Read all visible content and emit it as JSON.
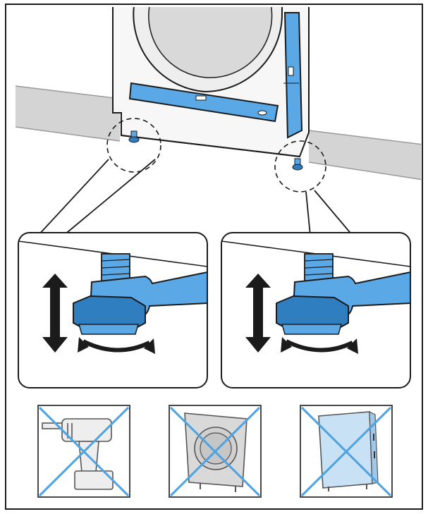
{
  "figure": {
    "kind": "installation-diagram",
    "caption": "",
    "colors": {
      "outline": "#1b1b1b",
      "floor": "#d4d4d4",
      "floor_edge": "#9a9a9a",
      "machine": "#f7f7f7",
      "door_glass": "#d9d9d9",
      "tool_blue": "#5aa9e6",
      "tool_blue_dark": "#2f7fc0",
      "cross_blue": "#4ea3e0",
      "panel_bg": "#ffffff",
      "light_fill": "#c8e1f4"
    },
    "icons": {
      "main_scene": "washing-machine-leveling-scene",
      "left_detail": "wrench-adjust-foot-detail",
      "right_detail": "wrench-adjust-foot-detail",
      "prohibited_1": "power-drill-prohibited",
      "prohibited_2": "tilted-machine-prohibited",
      "prohibited_3": "leaning-machine-prohibited",
      "adjust_arrows": "up-down-arrow-icon",
      "rotate_arrow": "rotate-arrow-icon"
    }
  }
}
